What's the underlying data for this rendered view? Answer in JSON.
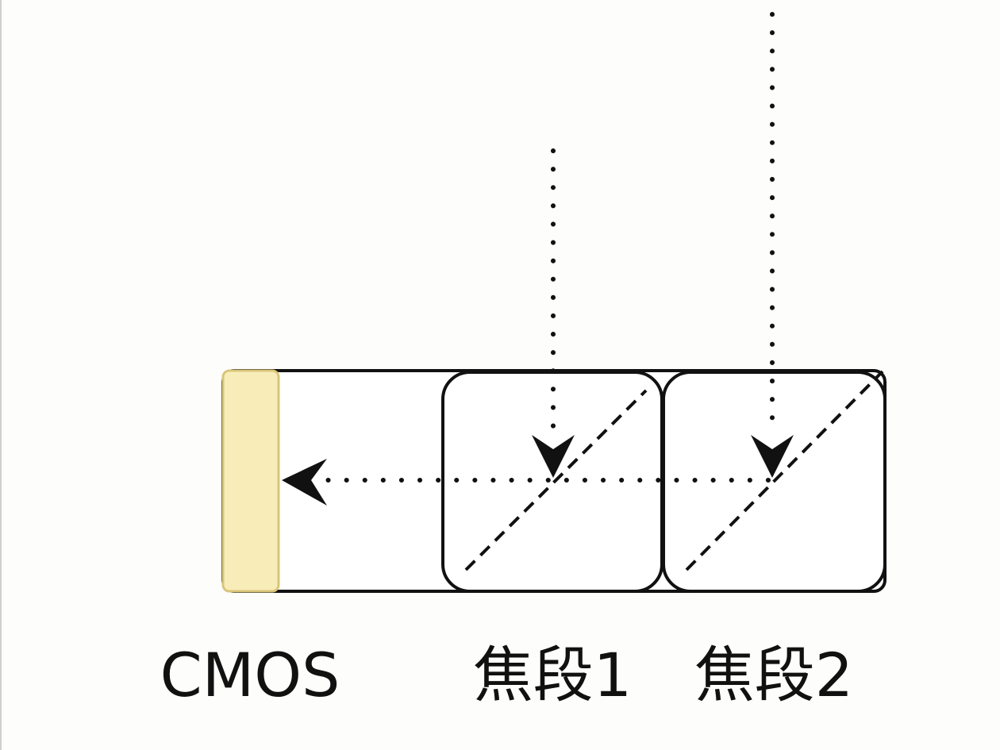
{
  "labels": {
    "sensor": "CMOS",
    "focal1": "焦段1",
    "focal2": "焦段2"
  },
  "colors": {
    "sensor_fill": "#f8edb9",
    "sensor_stroke": "#d9c57a",
    "stroke": "#111111",
    "background": "#fdfdfb"
  }
}
